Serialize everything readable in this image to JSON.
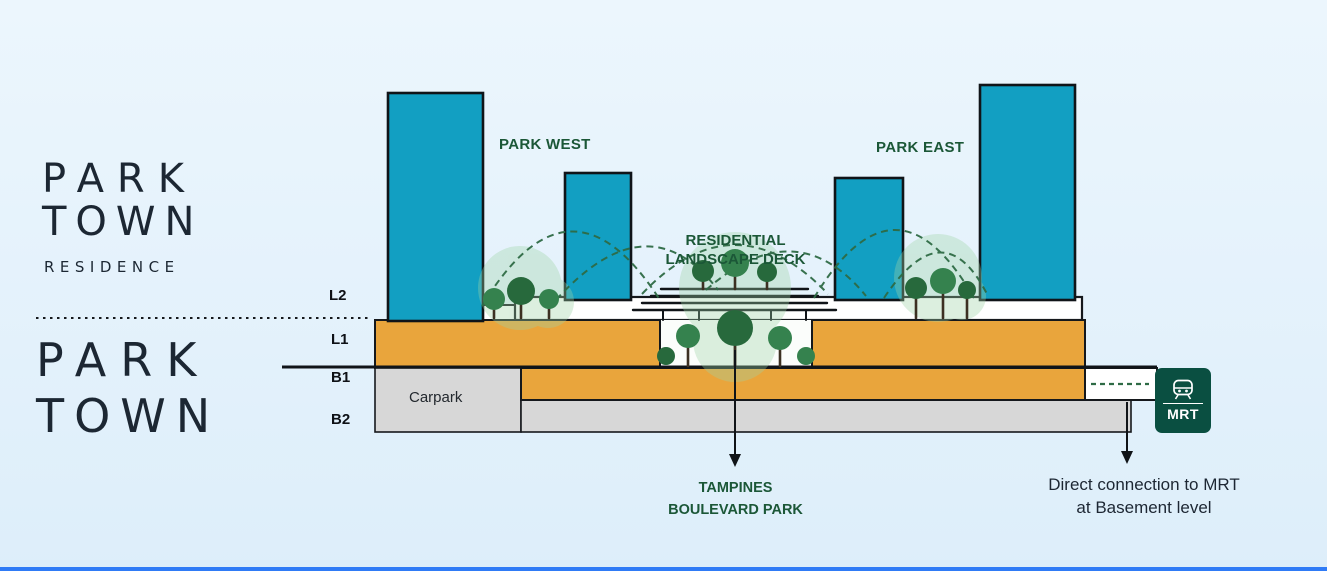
{
  "colors": {
    "bg_top": "#ecf6fd",
    "bg_bottom": "#ddeefa",
    "tower": "#129fc2",
    "band_orange": "#e9a53c",
    "band_gray": "#d7d7d7",
    "band_white": "#ffffff",
    "tree_glow": "#9ed3a6",
    "tree_green_1": "#35824e",
    "tree_green_2": "#27693c",
    "trunk": "#3c3022",
    "arc_green": "#2e6b45",
    "label_green": "#1b5737",
    "text_dark": "#1d2733",
    "logo_color": "#1c2733",
    "mrt_green": "#0a4f41",
    "bottom_strip": "#2f7bf6"
  },
  "logo": {
    "park": "PARK",
    "town": "TOWN",
    "residence": "RESIDENCE"
  },
  "levels": {
    "l2": "L2",
    "l1": "L1",
    "b1": "B1",
    "b2": "B2"
  },
  "labels": {
    "park_west": "PARK WEST",
    "park_east": "PARK EAST",
    "deck_line1": "RESIDENTIAL",
    "deck_line2": "LANDSCAPE DECK",
    "carpark": "Carpark",
    "tampines_line1": "TAMPINES",
    "tampines_line2": "BOULEVARD PARK",
    "mrt": "MRT",
    "connection_line1": "Direct connection to MRT",
    "connection_line2": "at Basement level"
  }
}
